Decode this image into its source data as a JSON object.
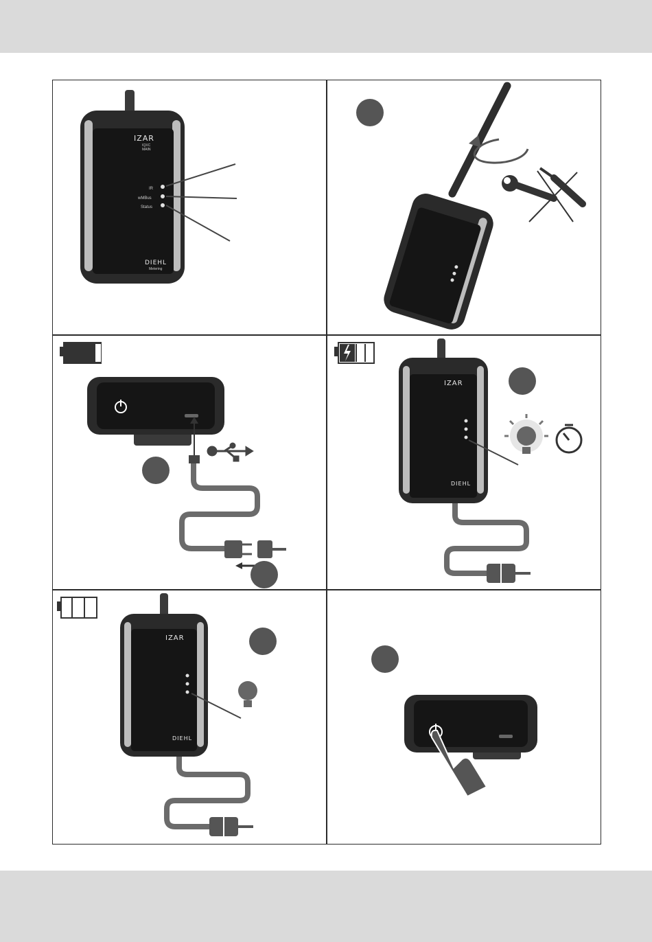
{
  "device": {
    "brand": "IZAR",
    "maker": "DIEHL",
    "maker_sub": "Metering",
    "top_labels": [
      "IQXC",
      "MAIN"
    ],
    "led_labels": [
      "IR",
      "wMBus",
      "Status"
    ]
  },
  "colors": {
    "band": "#dadada",
    "device_body": "#2a2a2a",
    "device_face": "#151515",
    "grip": "#bdbdbd",
    "step_circle": "#555555",
    "cable": "#6b6b6b"
  },
  "icons": {
    "battery_full": "battery-full-icon",
    "battery_charging": "battery-charging-icon",
    "battery_empty": "battery-empty-icon",
    "usb": "usb-icon",
    "wrench": "wrench-icon",
    "screwdriver": "screwdriver-icon",
    "bulb": "lightbulb-icon",
    "timer": "timer-icon",
    "power": "power-icon",
    "hand": "hand-pointer-icon"
  }
}
